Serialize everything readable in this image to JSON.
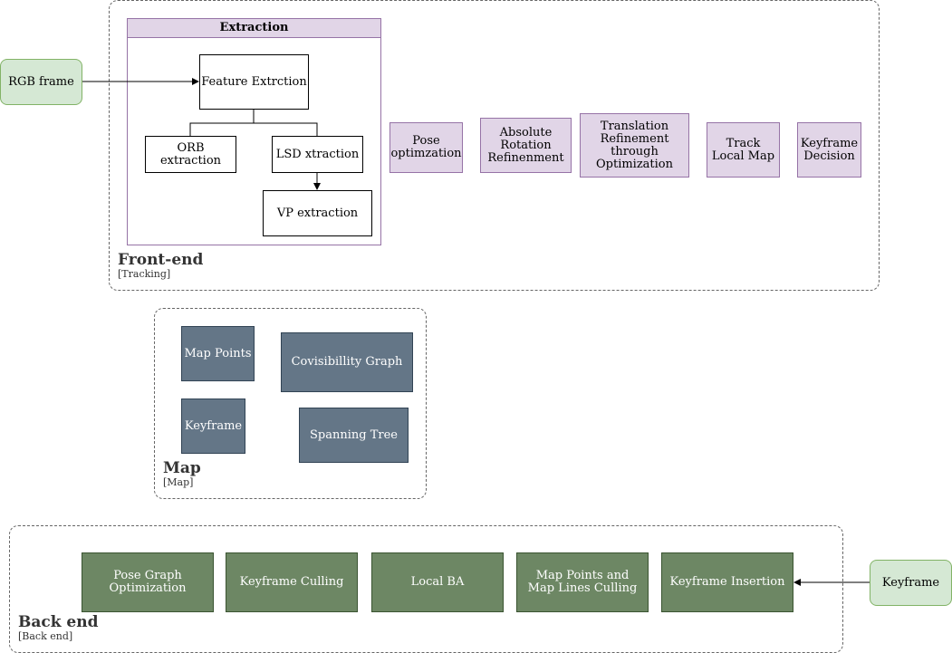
{
  "frontend": {
    "title": "Front-end",
    "subtitle": "[Tracking]",
    "extraction": {
      "header": "Extraction",
      "feature": "Feature Extrction",
      "orb": "ORB extraction",
      "lsd": "LSD xtraction",
      "vp": "VP extraction"
    },
    "steps": {
      "pose": "Pose optimzation",
      "absolute": "Absolute Rotation Refinenment",
      "translation": "Translation Refinement through Optimization",
      "track": "Track Local Map",
      "keyframe": "Keyframe Decision"
    }
  },
  "inputs": {
    "rgb": "RGB frame",
    "keyframe": "Keyframe"
  },
  "map": {
    "title": "Map",
    "subtitle": "[Map]",
    "points": "Map Points",
    "covis": "Covisibillity Graph",
    "keyframe": "Keyframe",
    "spanning": "Spanning Tree"
  },
  "backend": {
    "title": "Back end",
    "subtitle": "[Back end]",
    "pgo": "Pose Graph Optimization",
    "culling": "Keyframe Culling",
    "localba": "Local BA",
    "mplines": "Map Points and Map Lines Culling",
    "insertion": "Keyframe Insertion"
  },
  "colors": {
    "purple_fill": "#e1d5e7",
    "purple_border": "#9673a6",
    "slate_fill": "#647687",
    "green_fill": "#6d8764",
    "light_green_fill": "#d5e8d4"
  }
}
